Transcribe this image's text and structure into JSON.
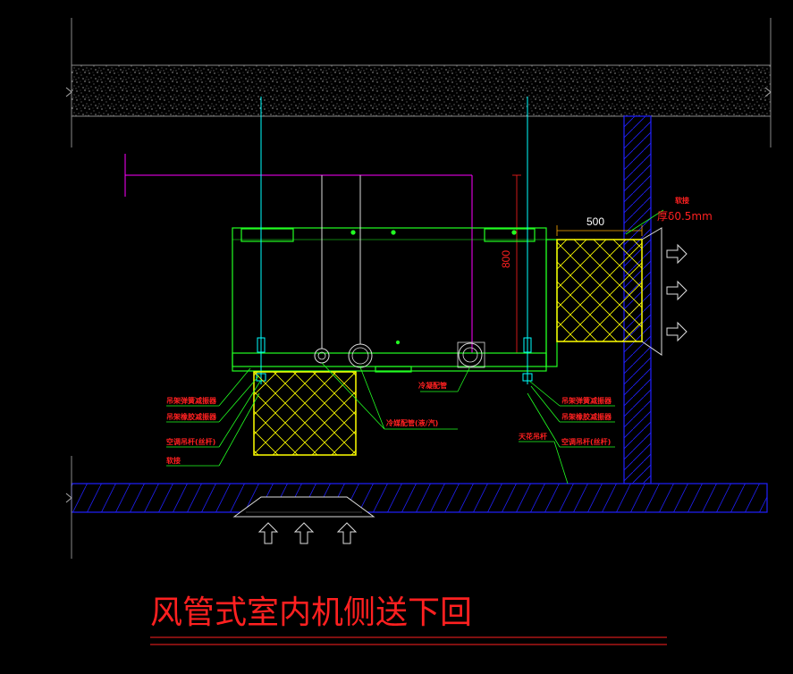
{
  "title": "风管式室内机侧送下回",
  "dimensions": {
    "width": "500",
    "height": "800",
    "thickness": "厚δ0.5mm"
  },
  "labels": {
    "top_right": "软接",
    "condensate_pipe": "冷凝配管",
    "refrigerant_pipe": "冷媒配管(液/汽)",
    "ceiling_hanger": "天花吊杆",
    "left": [
      "吊架弹簧减振器",
      "吊架橡胶减振器",
      "空调吊杆(丝杆)",
      "软接"
    ],
    "right": [
      "吊架弹簧减振器",
      "吊架橡胶减振器",
      "空调吊杆(丝杆)"
    ]
  },
  "colors": {
    "background": "#000000",
    "outline": "#ffffff",
    "unit": "#22ff22",
    "hanger": "#00ffff",
    "pipe": "#ff00ff",
    "duct": "#ffff00",
    "wall": "#2020ff",
    "label": "#ff2020",
    "dimension": "#ffaa00"
  }
}
